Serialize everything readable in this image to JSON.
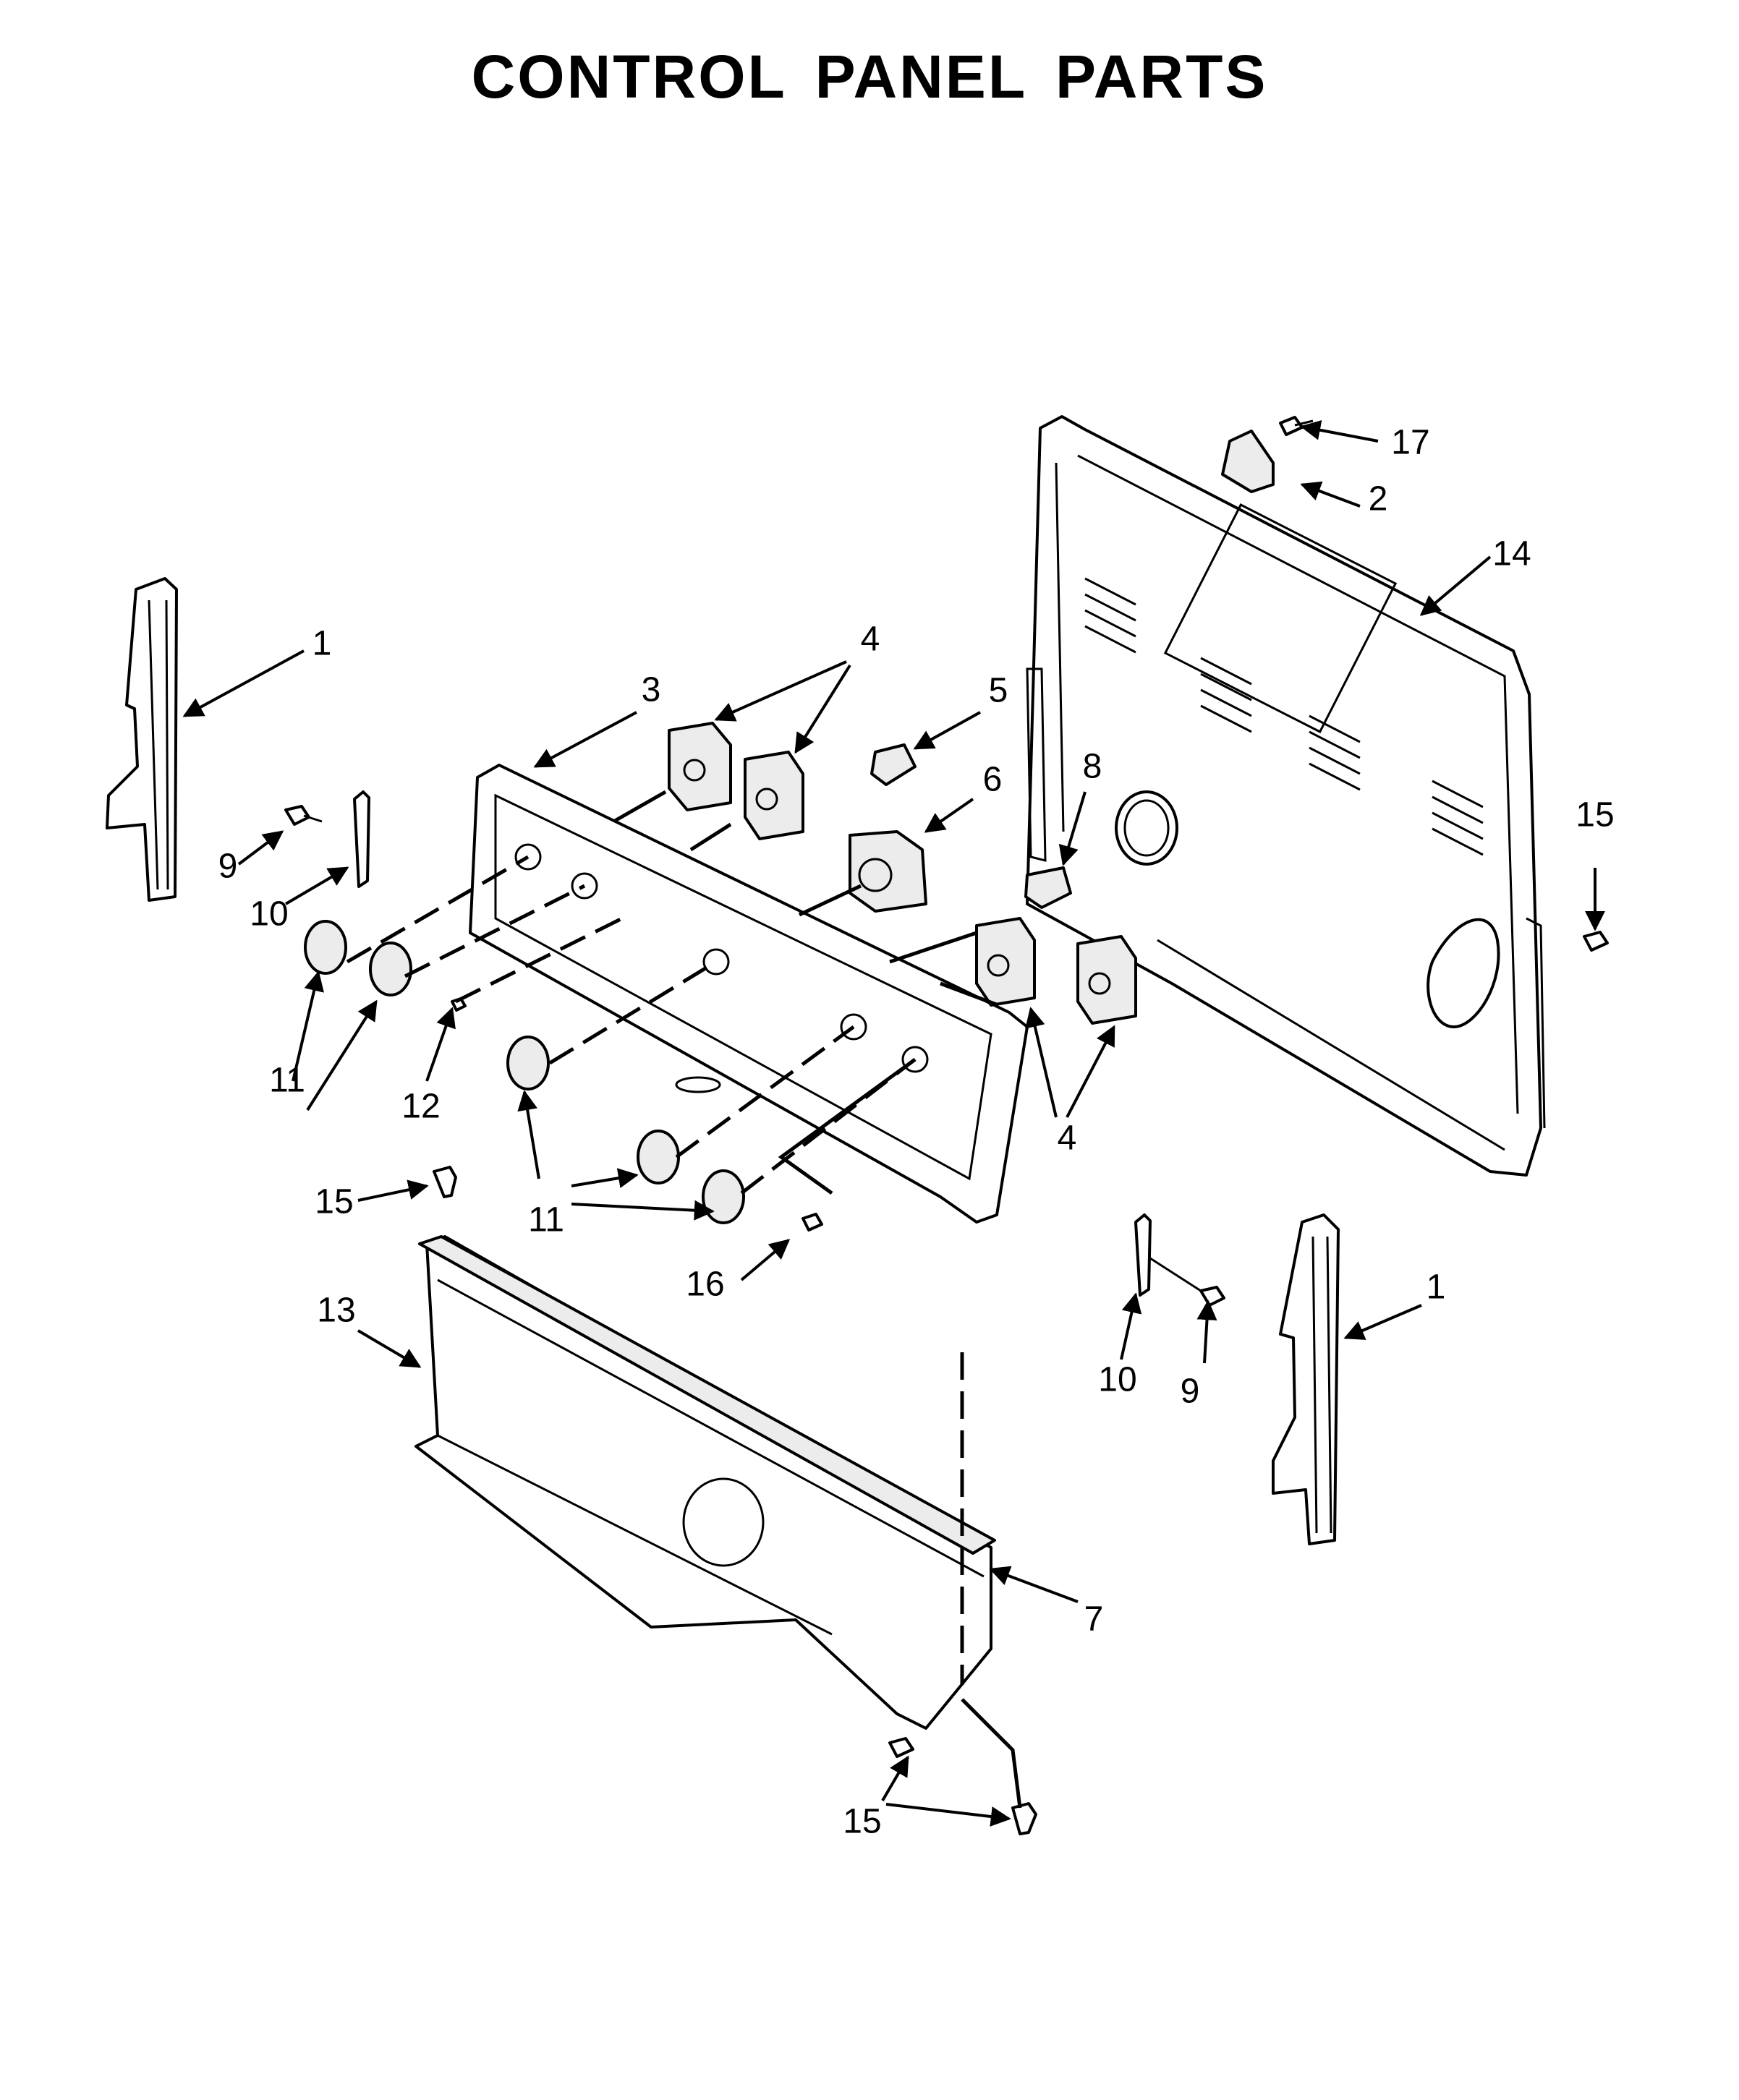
{
  "title": "CONTROL PANEL PARTS",
  "callouts": [
    {
      "id": "c1-left",
      "label": "1"
    },
    {
      "id": "c1-right",
      "label": "1"
    },
    {
      "id": "c2",
      "label": "2"
    },
    {
      "id": "c3",
      "label": "3"
    },
    {
      "id": "c4-top",
      "label": "4"
    },
    {
      "id": "c4-bottom",
      "label": "4"
    },
    {
      "id": "c5",
      "label": "5"
    },
    {
      "id": "c6",
      "label": "6"
    },
    {
      "id": "c7",
      "label": "7"
    },
    {
      "id": "c8",
      "label": "8"
    },
    {
      "id": "c9-left",
      "label": "9"
    },
    {
      "id": "c9-right",
      "label": "9"
    },
    {
      "id": "c10-left",
      "label": "10"
    },
    {
      "id": "c10-right",
      "label": "10"
    },
    {
      "id": "c11-left",
      "label": "11"
    },
    {
      "id": "c11-bottom",
      "label": "11"
    },
    {
      "id": "c12",
      "label": "12"
    },
    {
      "id": "c13",
      "label": "13"
    },
    {
      "id": "c14",
      "label": "14"
    },
    {
      "id": "c15-right",
      "label": "15"
    },
    {
      "id": "c15-left",
      "label": "15"
    },
    {
      "id": "c15-bottom",
      "label": "15"
    },
    {
      "id": "c16",
      "label": "16"
    },
    {
      "id": "c17",
      "label": "17"
    }
  ]
}
